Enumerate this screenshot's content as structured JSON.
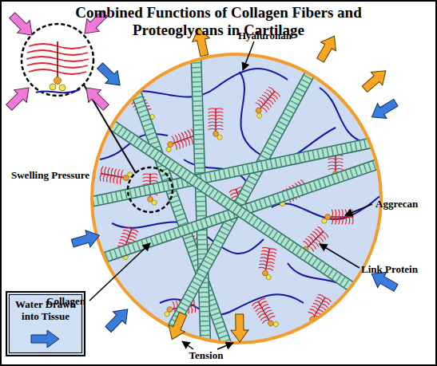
{
  "diagram": {
    "title": "Combined Functions of Collagen Fibers and Proteoglycans in Cartilage",
    "labels": [
      "Hyaluronan",
      "Aggrecan",
      "Link Protein",
      "Collagen",
      "Tension",
      "Swelling Pressure"
    ],
    "legend": [
      {
        "text": "Water Drawn into Tissue"
      }
    ]
  }
}
